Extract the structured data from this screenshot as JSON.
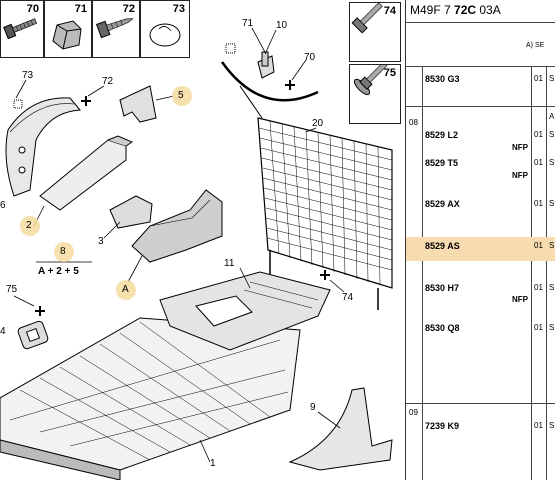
{
  "part_boxes": [
    {
      "num": "70",
      "icon": "bolt-screw-icon"
    },
    {
      "num": "71",
      "icon": "clip-nut-icon"
    },
    {
      "num": "72",
      "icon": "self-tapping-screw-icon"
    },
    {
      "num": "73",
      "icon": "round-cap-icon"
    }
  ],
  "right_boxes": [
    {
      "num": "74",
      "icon": "screw-icon"
    },
    {
      "num": "75",
      "icon": "flange-screw-icon"
    }
  ],
  "callouts": {
    "n73": "73",
    "n72": "72",
    "n5": "5",
    "n71": "71",
    "n10": "10",
    "n70": "70",
    "n20": "20",
    "n6": "6",
    "n2": "2",
    "n3": "3",
    "nA": "A",
    "n8": "8",
    "formula": "A + 2 + 5",
    "n75": "75",
    "n4": "4",
    "n11": "11",
    "n74": "74",
    "n9": "9",
    "n1": "1"
  },
  "list": {
    "header_prefix": "M49F 7 ",
    "header_bold": "72C",
    "header_suffix": " 03A",
    "subheader": "A) SE",
    "groups": [
      {
        "label": "08"
      },
      {
        "label": "09"
      }
    ],
    "rows": [
      {
        "code": "8530 G3",
        "qty": "01",
        "nfp": "",
        "col": "S"
      },
      {
        "code": "",
        "qty": "",
        "nfp": "",
        "col": "A"
      },
      {
        "code": "8529 L2",
        "qty": "01",
        "nfp": "NFP",
        "col": "S"
      },
      {
        "code": "8529 T5",
        "qty": "01",
        "nfp": "NFP",
        "col": "S"
      },
      {
        "code": "8529 AX",
        "qty": "01",
        "nfp": "",
        "col": "S"
      },
      {
        "code": "8529 AS",
        "qty": "01",
        "nfp": "",
        "col": "S"
      },
      {
        "code": "8530 H7",
        "qty": "01",
        "nfp": "NFP",
        "col": "S"
      },
      {
        "code": "8530 Q8",
        "qty": "01",
        "nfp": "",
        "col": "S"
      },
      {
        "code": "7239 K9",
        "qty": "01",
        "nfp": "",
        "col": "S"
      }
    ]
  },
  "colors": {
    "highlight": "#f7dcb0",
    "callout_circle": "#f5dba0"
  }
}
